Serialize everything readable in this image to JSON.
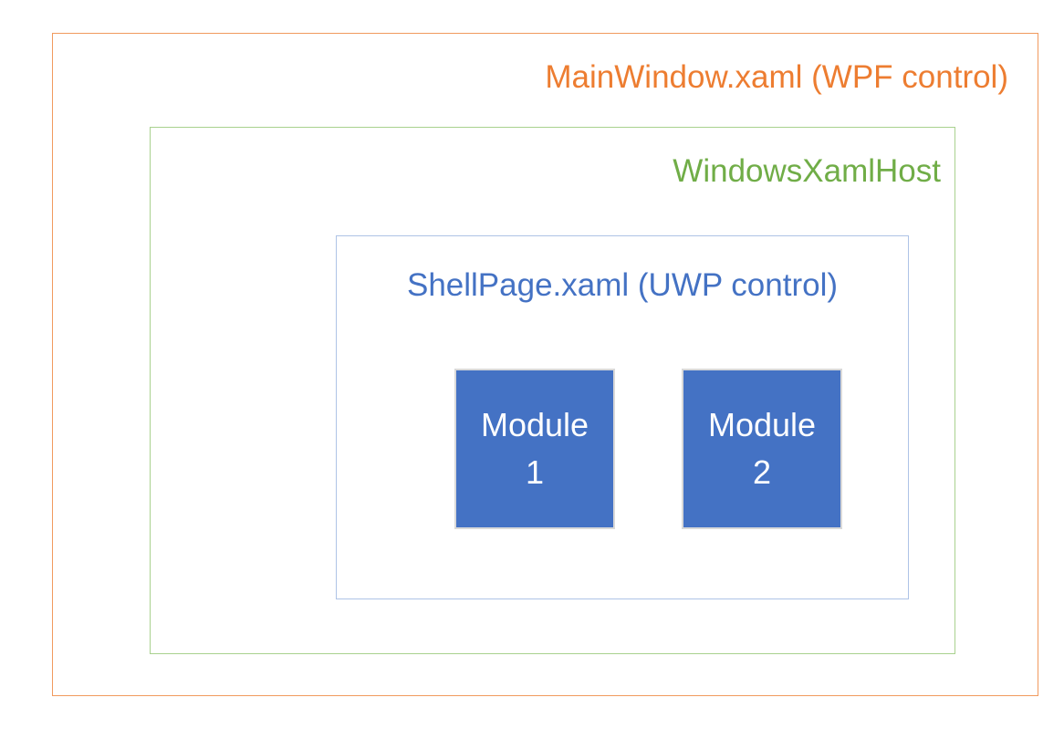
{
  "diagram": {
    "outer": {
      "label": "MainWindow.xaml (WPF control)",
      "text_color": "#ED7D31",
      "border_color": "#F19A5E"
    },
    "host": {
      "label": "WindowsXamlHost",
      "text_color": "#70AD47",
      "border_color": "#A9D18E"
    },
    "shell": {
      "label": "ShellPage.xaml (UWP control)",
      "text_color": "#4472C4",
      "border_color": "#AEC3E6"
    },
    "modules": [
      {
        "line1": "Module",
        "line2": "1",
        "fill": "#4472C4",
        "border_color": "#D9D9D9",
        "text_color": "#FFFFFF"
      },
      {
        "line1": "Module",
        "line2": "2",
        "fill": "#4472C4",
        "border_color": "#D9D9D9",
        "text_color": "#FFFFFF"
      }
    ],
    "background": "#FFFFFF"
  }
}
